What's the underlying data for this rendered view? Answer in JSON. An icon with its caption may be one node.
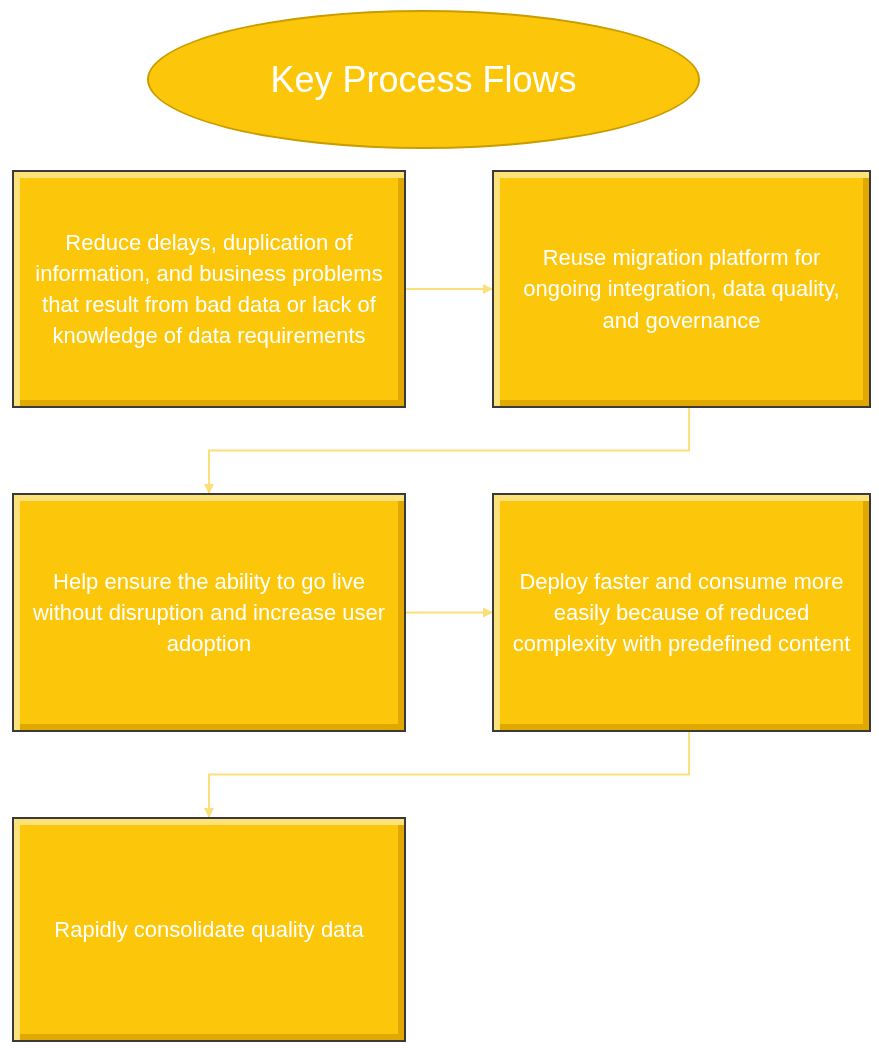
{
  "diagram": {
    "nodes": [
      {
        "text": [
          "Key Process Flows"
        ]
      },
      {
        "text": [
          "Reduce delays, duplication of information, and business problems that result from bad data or lack of knowledge of data requirements"
        ]
      },
      {
        "text": [
          "Reuse migration platform for ongoing integration, data quality, and governance"
        ]
      },
      {
        "text": [
          "Help ensure the ability to go live without disruption and increase user adoption"
        ]
      },
      {
        "text": [
          "Deploy faster and consume more easily because of reduced complexity with predefined content"
        ]
      },
      {
        "text": [
          "Rapidly consolidate quality data"
        ]
      }
    ],
    "edges": [
      {
        "from": 1,
        "to": 2,
        "arrow": "to"
      },
      {
        "from": 2,
        "to": 3,
        "arrow": "to"
      },
      {
        "from": 3,
        "to": 4,
        "arrow": "to"
      },
      {
        "from": 4,
        "to": 5,
        "arrow": "to"
      }
    ]
  }
}
